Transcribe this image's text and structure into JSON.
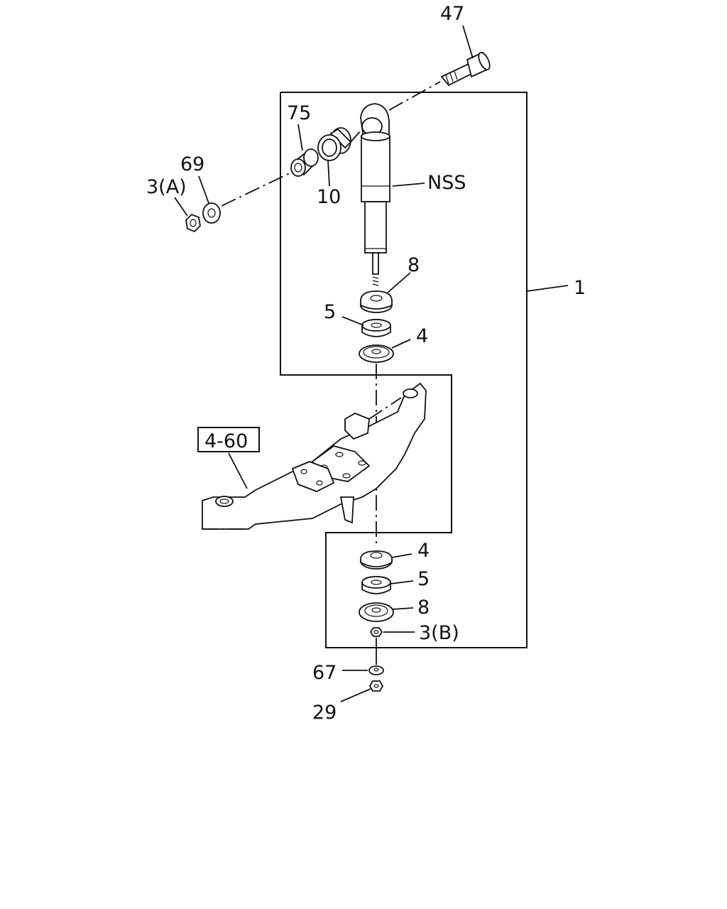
{
  "callouts": {
    "p47": "47",
    "p75": "75",
    "p69": "69",
    "p3a": "3(A)",
    "p10": "10",
    "nss": "NSS",
    "p8_top": "8",
    "p1": "1",
    "p5_top": "5",
    "p4_top": "4",
    "ref_4_60": "4-60",
    "p4_bottom": "4",
    "p5_bottom": "5",
    "p8_bottom": "8",
    "p3b": "3(B)",
    "p67": "67",
    "p29": "29"
  },
  "colors": {
    "ink": "#111111",
    "paper": "#ffffff"
  }
}
